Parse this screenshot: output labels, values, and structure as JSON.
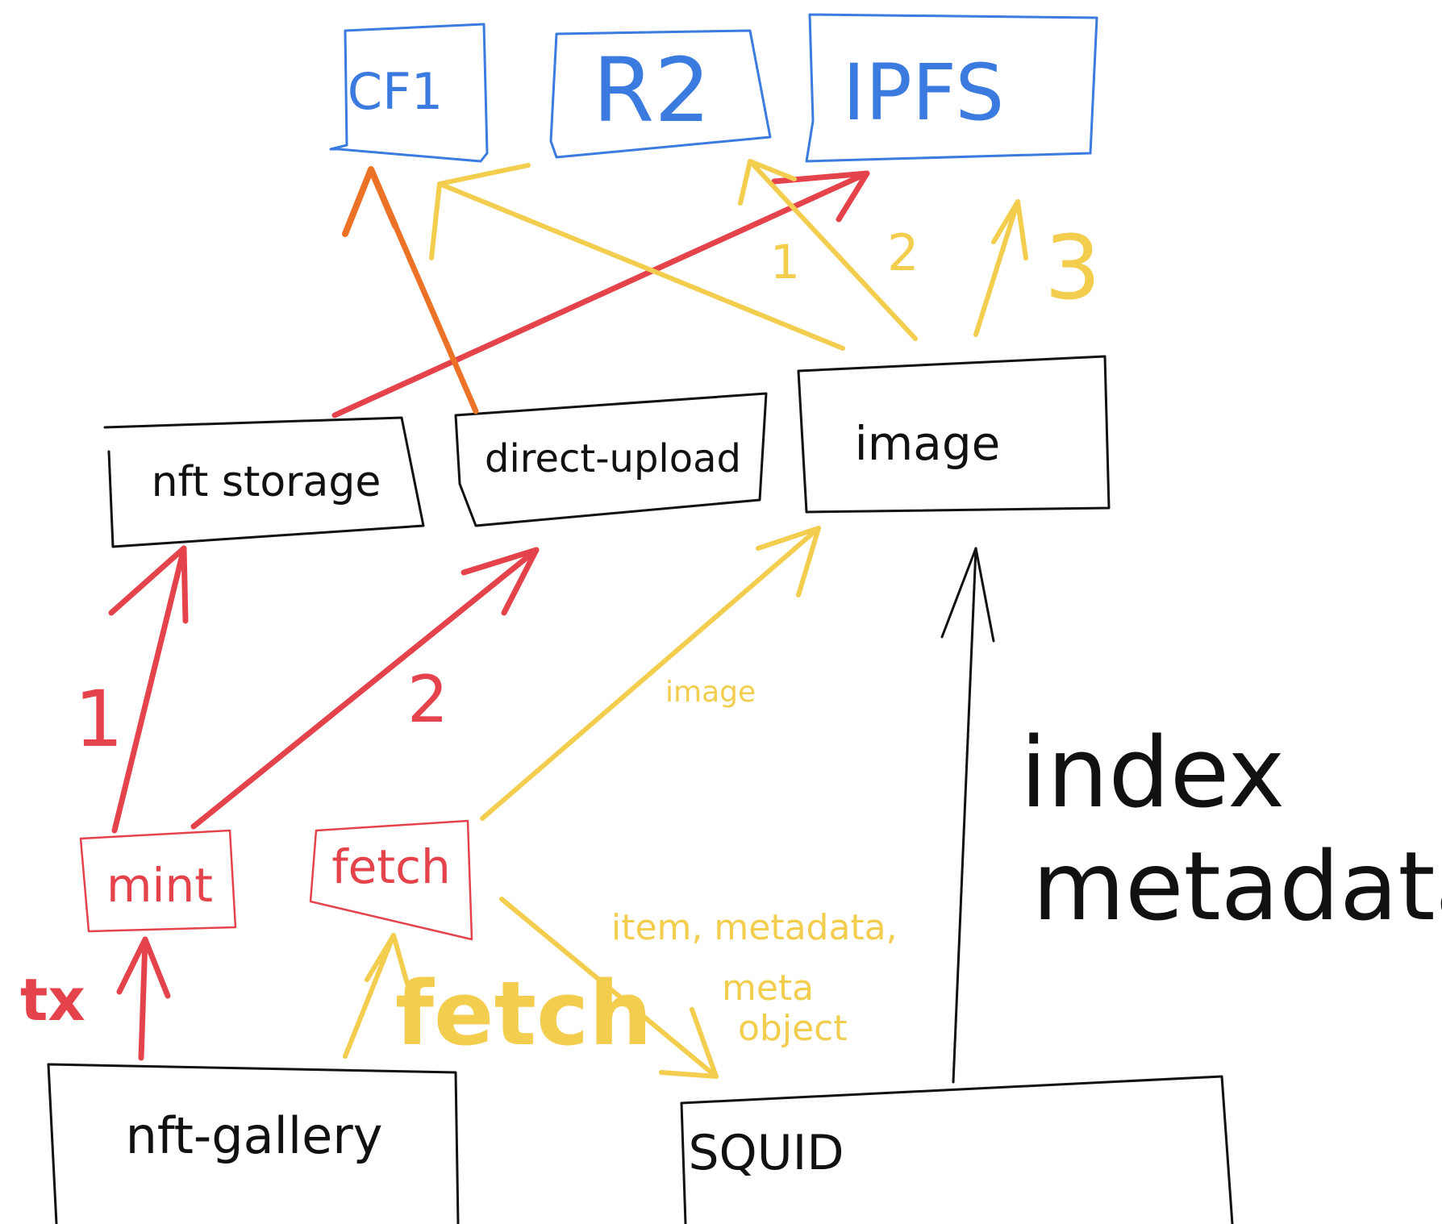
{
  "colors": {
    "blue": "#3b7be0",
    "black": "#111111",
    "red": "#e4434c",
    "yellow": "#f3cd4e",
    "orange": "#ec7228"
  },
  "storage": {
    "cf1": "CF1",
    "r2": "R2",
    "ipfs": "IPFS"
  },
  "services": {
    "nft_storage": "nft storage",
    "direct_upload": "direct-upload",
    "image": "image"
  },
  "actions": {
    "mint": "mint",
    "fetch": "fetch"
  },
  "clients": {
    "nft_gallery": "nft-gallery",
    "squid": "SQUID"
  },
  "labels": {
    "tx": "tx",
    "fetch_big": "fetch",
    "image_small": "image",
    "item_metadata": "item, metadata,",
    "meta_object_1": "meta",
    "meta_object_2": "object",
    "index": "index",
    "metadata": "metadata",
    "mint_1": "1",
    "mint_2": "2",
    "img_1": "1",
    "img_2": "2",
    "img_3": "3"
  }
}
